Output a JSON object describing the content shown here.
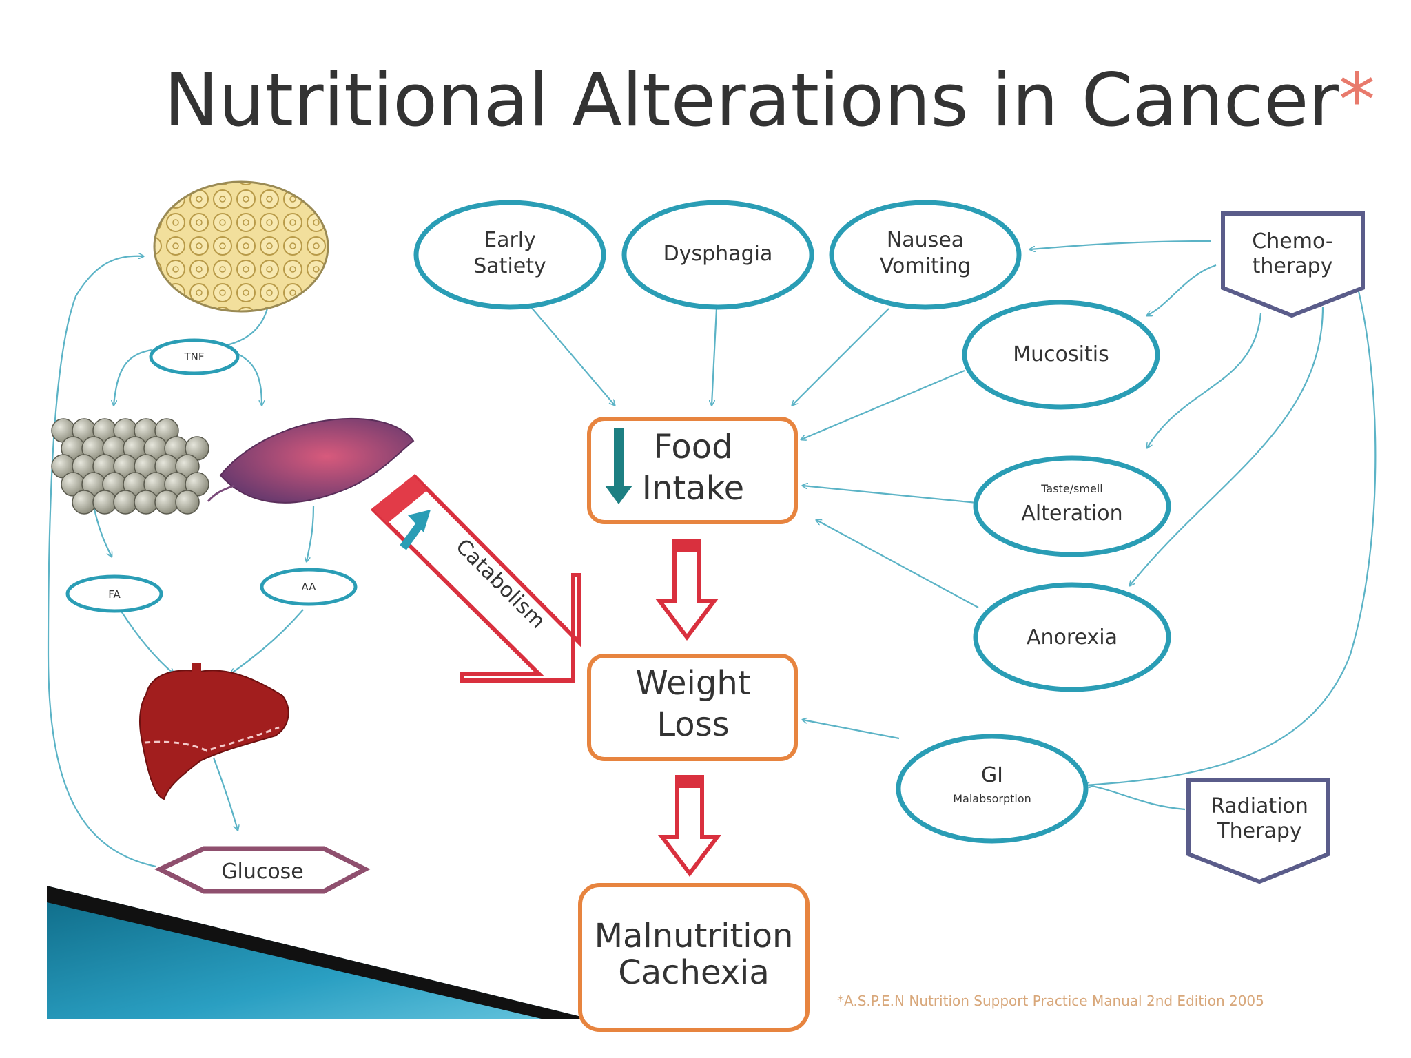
{
  "title": "Nutritional Alterations in Cancer",
  "title_mark": "*",
  "ovals": {
    "early_satiety": [
      "Early",
      "Satiety"
    ],
    "dysphagia": "Dysphagia",
    "nausea_vomiting": [
      "Nausea",
      "Vomiting"
    ],
    "mucositis": "Mucositis",
    "taste_smell": [
      "Taste/smell",
      "Alteration"
    ],
    "anorexia": "Anorexia",
    "gi_malabsorption": [
      "GI",
      "Malabsorption"
    ],
    "tnf": "TNF",
    "fa": "FA",
    "aa": "AA"
  },
  "boxes": {
    "food_intake": [
      "Food",
      "Intake"
    ],
    "weight_loss": [
      "Weight",
      "Loss"
    ],
    "malnutrition": [
      "Malnutrition",
      "Cachexia"
    ]
  },
  "therapies": {
    "chemotherapy": [
      "Chemo-",
      "therapy"
    ],
    "radiation": [
      "Radiation",
      "Therapy"
    ]
  },
  "glucose": "Glucose",
  "catabolism": "Catabolism",
  "reference": "*A.S.P.E.N Nutrition Support Practice Manual 2nd Edition 2005",
  "colors": {
    "oval_stroke": "#2a9db5",
    "box_stroke": "#e7843f",
    "arrow_red": "#d9303e",
    "therapy_stroke": "#5a5c8a",
    "title_mark": "#e87a6c",
    "down_arrow": "#1d7f82"
  },
  "icons": [
    "adipose-tissue-icon",
    "fat-cells-icon",
    "muscle-icon",
    "liver-icon"
  ]
}
